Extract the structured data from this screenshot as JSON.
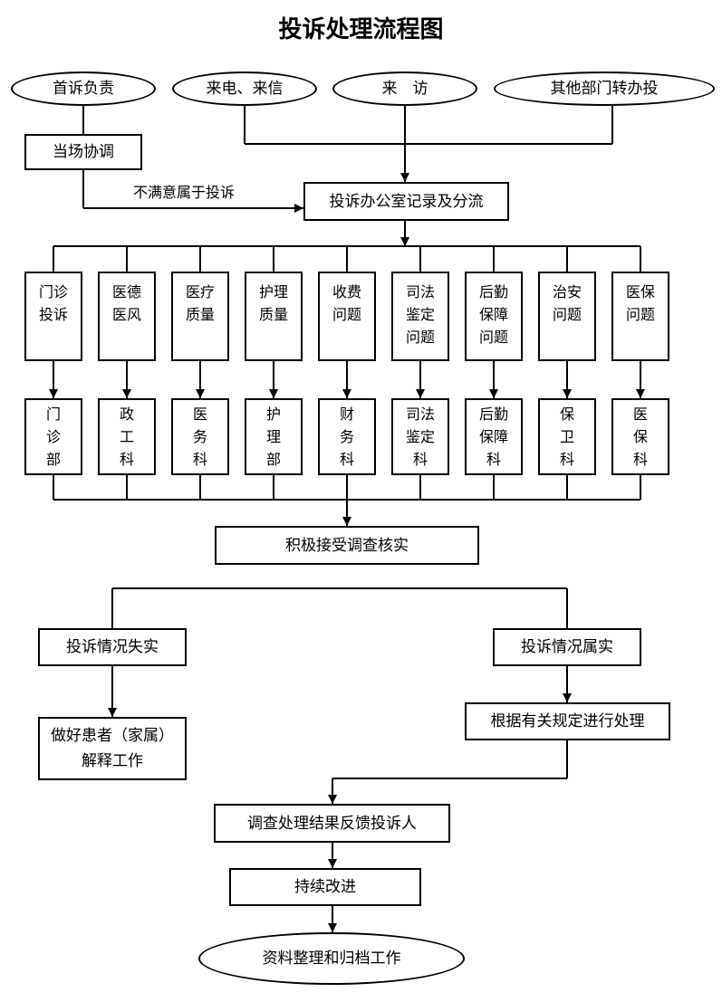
{
  "title": "投诉处理流程图",
  "sources": [
    "首诉负责",
    "来电、来信",
    "来　访",
    "其他部门转办投"
  ],
  "onsite": "当场协调",
  "unsatisfied_label": "不满意属于投诉",
  "office": "投诉办公室记录及分流",
  "categories": [
    "门诊\n投诉",
    "医德\n医风",
    "医疗\n质量",
    "护理\n质量",
    "收费\n问题",
    "司法\n鉴定\n问题",
    "后勤\n保障\n问题",
    "治安\n问题",
    "医保\n问题"
  ],
  "departments": [
    "门\n诊\n部",
    "政\n工\n科",
    "医\n务\n科",
    "护\n理\n部",
    "财\n务\n科",
    "司法\n鉴定\n科",
    "后勤\n保障\n科",
    "保\n卫\n科",
    "医\n保\n科"
  ],
  "investigate": "积极接受调查核实",
  "false_case": "投诉情况失实",
  "true_case": "投诉情况属实",
  "explain": "做好患者（家属）\n解释工作",
  "handle": "根据有关规定进行处理",
  "feedback": "调查处理结果反馈投诉人",
  "improve": "持续改进",
  "archive": "资料整理和归档工作"
}
